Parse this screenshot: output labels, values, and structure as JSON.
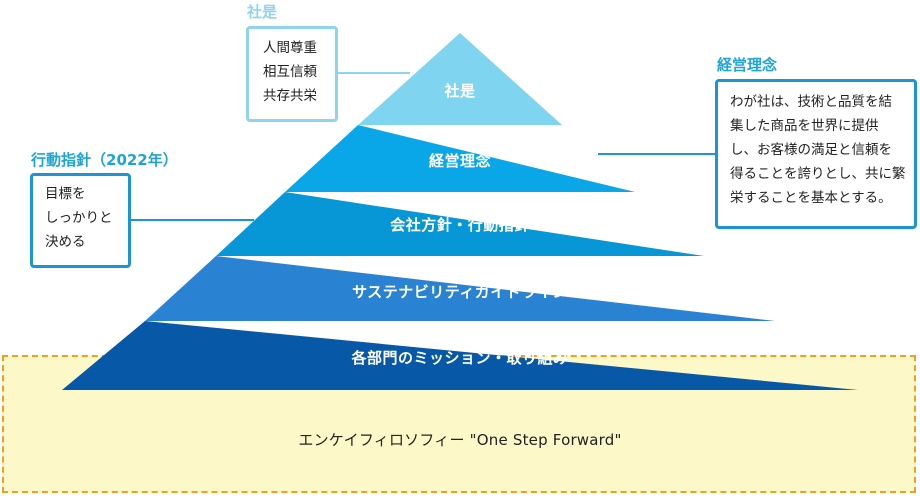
{
  "pyramid": {
    "tiers": [
      {
        "label": "社是",
        "color": "#7fd4ef"
      },
      {
        "label": "経営理念",
        "color": "#0aa7e8"
      },
      {
        "label": "会社方針・行動指針",
        "color": "#0796d6"
      },
      {
        "label": "サステナビリティガイドライン",
        "color": "#2a83d2"
      },
      {
        "label": "各部門のミッション・取り組み",
        "color": "#0858a8"
      }
    ]
  },
  "foundation": {
    "label": "エンケイフィロソフィー \"One Step Forward\""
  },
  "callouts": {
    "shaze": {
      "title": "社是",
      "lines": [
        "人間尊重",
        "相互信頼",
        "共存共栄"
      ]
    },
    "keiei": {
      "title": "経営理念",
      "lines": [
        "わが社は、技術と品質を結",
        "集した商品を世界に提供",
        "し、お客様の満足と信頼を",
        "得ることを誇りとし、共に繁",
        "栄することを基本とする。"
      ]
    },
    "koudou": {
      "title": "行動指針（2022年）",
      "lines": [
        "目標を",
        "しっかりと",
        "決める"
      ]
    }
  }
}
